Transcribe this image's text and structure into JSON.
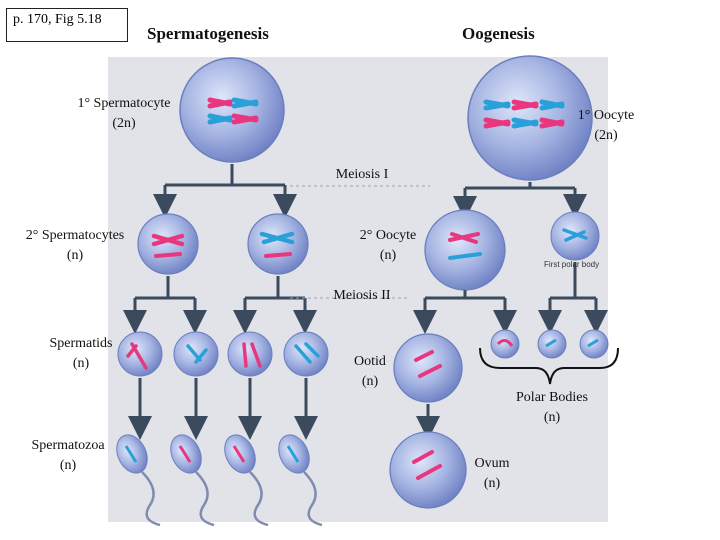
{
  "page_ref": "p. 170, Fig 5.18",
  "titles": {
    "left": "Spermatogenesis",
    "right": "Oogenesis"
  },
  "labels": {
    "primary_spermatocyte": {
      "line1": "1° Spermatocyte",
      "line2": "(2n)"
    },
    "primary_oocyte": {
      "line1": "1° Oocyte",
      "line2": "(2n)"
    },
    "meiosis_1": "Meiosis I",
    "secondary_spermatocytes": {
      "line1": "2° Spermatocytes",
      "line2": "(n)"
    },
    "secondary_oocyte": {
      "line1": "2° Oocyte",
      "line2": "(n)"
    },
    "first_polar_body": "First polar body",
    "meiosis_2": "Meiosis II",
    "spermatids": {
      "line1": "Spermatids",
      "line2": "(n)"
    },
    "ootid": {
      "line1": "Ootid",
      "line2": "(n)"
    },
    "polar_bodies": {
      "line1": "Polar Bodies",
      "line2": "(n)"
    },
    "spermatozoa": {
      "line1": "Spermatozoa",
      "line2": "(n)"
    },
    "ovum": {
      "line1": "Ovum",
      "line2": "(n)"
    }
  },
  "colors": {
    "cell_fill": "#9eaedf",
    "cell_edge": "#6b7fc0",
    "chromosome_pink": "#e8377f",
    "chromosome_blue": "#2aa0d8",
    "arrow": "#3b4a5c",
    "panel": "#dfe0e6"
  }
}
